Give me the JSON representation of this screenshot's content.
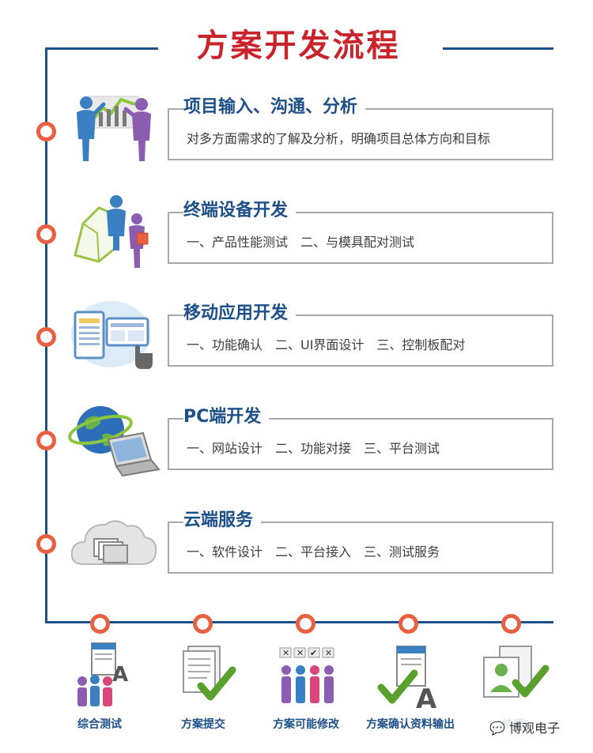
{
  "title": "方案开发流程",
  "steps": [
    {
      "title": "项目输入、沟通、分析",
      "desc": "对多方面需求的了解及分析，明确项目总体方向和目标",
      "icon": "meeting-people-chart-icon"
    },
    {
      "title": "终端设备开发",
      "desc": "一、产品性能测试　二、与模具配对测试",
      "icon": "device-development-icon"
    },
    {
      "title": "移动应用开发",
      "desc": "一、功能确认　二、UI界面设计　三、控制板配对",
      "icon": "mobile-app-icon"
    },
    {
      "title": "PC端开发",
      "desc": "一、网站设计　二、功能对接　三、平台测试",
      "icon": "globe-laptop-icon"
    },
    {
      "title": "云端服务",
      "desc": "一、软件设计　二、平台接入　三、测试服务",
      "icon": "cloud-service-icon"
    }
  ],
  "bottom_steps": [
    {
      "label": "综合测试",
      "icon": "document-team-icon"
    },
    {
      "label": "方案提交",
      "icon": "document-check-icon"
    },
    {
      "label": "方案可能修改",
      "icon": "team-revision-icon"
    },
    {
      "label": "方案确认资料输出",
      "icon": "document-output-icon"
    },
    {
      "label": "结项",
      "icon": "project-complete-icon"
    }
  ],
  "watermark": "博观电子",
  "colors": {
    "line": "#1d5089",
    "title": "#c9242b",
    "dot": "#e8603f",
    "step_title": "#1d5089",
    "box_border": "#a8a8a8",
    "check": "#5aa02c"
  }
}
